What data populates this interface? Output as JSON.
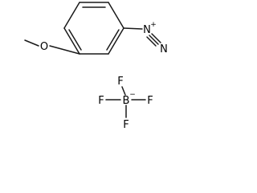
{
  "molecule": {
    "atoms": {
      "oxygen": "O",
      "nitrogen_plus": "N",
      "nitrogen_terminal": "N",
      "boron": "B",
      "fluorine_top": "F",
      "fluorine_left": "F",
      "fluorine_right": "F",
      "fluorine_bottom": "F"
    },
    "charges": {
      "nitrogen": "+",
      "boron": "−"
    }
  }
}
